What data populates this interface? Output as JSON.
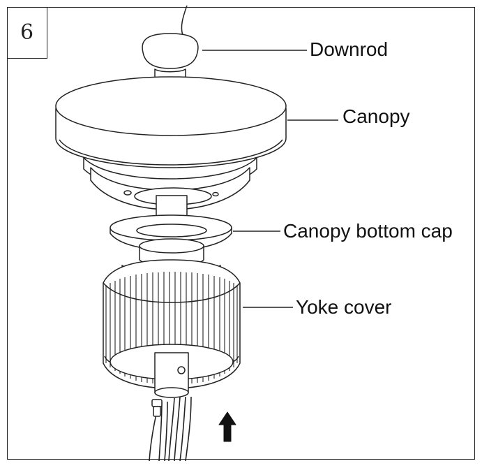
{
  "step_number": "6",
  "labels": {
    "downrod": "Downrod",
    "canopy": "Canopy",
    "canopy_bottom_cap": "Canopy bottom cap",
    "yoke_cover": "Yoke cover"
  },
  "icons": {
    "arrow": "arrow-up-icon"
  },
  "colors": {
    "line": "#222222",
    "fill": "#ffffff"
  }
}
